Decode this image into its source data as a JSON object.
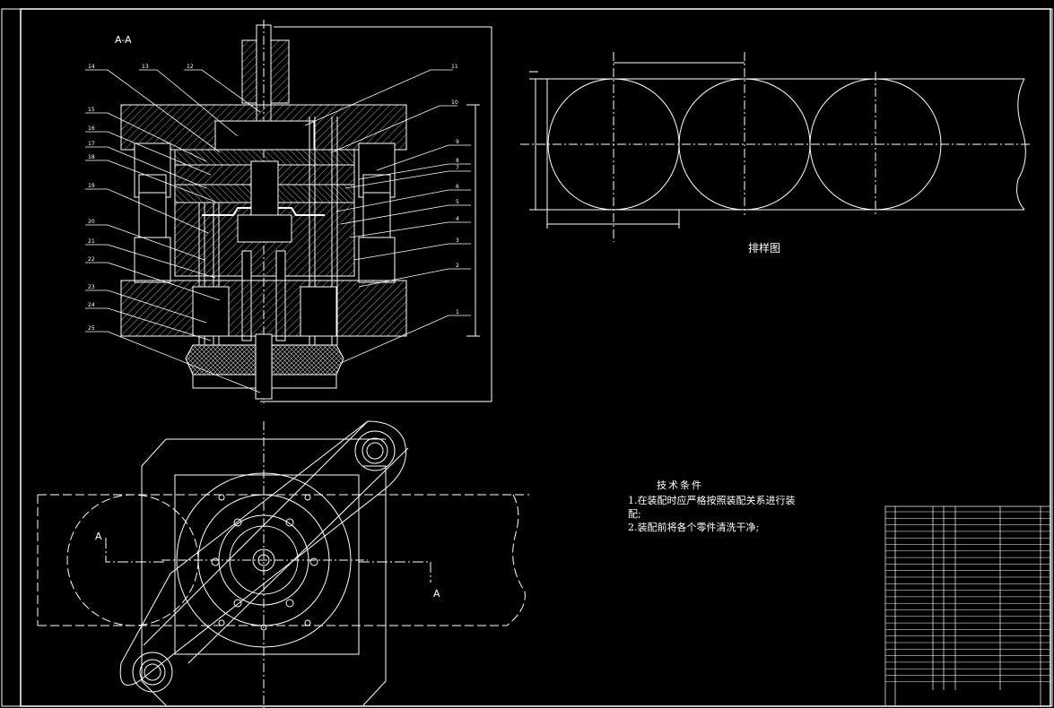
{
  "section_label": "A-A",
  "view_labels": {
    "cut_left": "A",
    "cut_right": "A"
  },
  "part_numbers": {
    "left": [
      "14",
      "13",
      "12",
      "15",
      "16",
      "17",
      "18",
      "19",
      "20",
      "21",
      "22",
      "23",
      "24",
      "25"
    ],
    "right": [
      "11",
      "10",
      "9",
      "8",
      "7",
      "6",
      "5",
      "4",
      "3",
      "2",
      "1"
    ]
  },
  "layout_caption": "排样图",
  "tech_requirements": {
    "title": "技术条件",
    "items": [
      "1.在装配时应严格按照装配关系进行装",
      "配;",
      "2.装配前将各个零件清洗干净;"
    ]
  },
  "colors": {
    "background": "#000000",
    "line": "#ffffff",
    "dim": "#e6e6e6"
  }
}
